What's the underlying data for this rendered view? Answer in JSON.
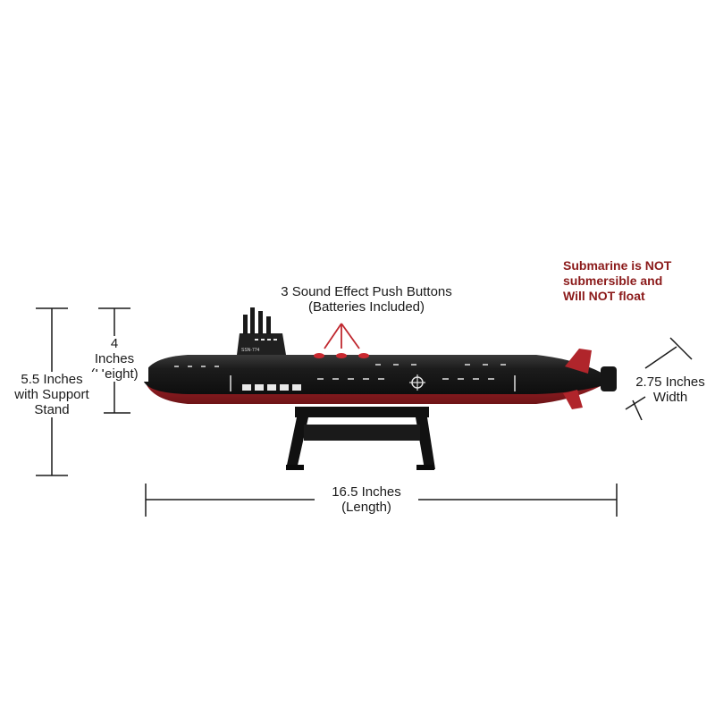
{
  "labels": {
    "buttons_line1": "3 Sound Effect Push Buttons",
    "buttons_line2": "(Batteries Included)",
    "height_line1": "4",
    "height_line2": "Inches",
    "height_line3": "(Height)",
    "stand_line1": "5.5 Inches",
    "stand_line2": "with Support",
    "stand_line3": "Stand",
    "width_line1": "2.75 Inches",
    "width_line2": "Width",
    "length_line1": "16.5 Inches",
    "length_line2": "(Length)",
    "warning_line1": "Submarine is NOT",
    "warning_line2": "submersible and",
    "warning_line3": "Will NOT float",
    "hull_number": "SSN-774"
  },
  "colors": {
    "hull": "#1c1c1c",
    "hull_lower": "#8e1b1f",
    "fin_red": "#b0252b",
    "warning_text": "#8b1a1a",
    "dimension_lines": "#1a1a1a",
    "stand": "#111111"
  }
}
